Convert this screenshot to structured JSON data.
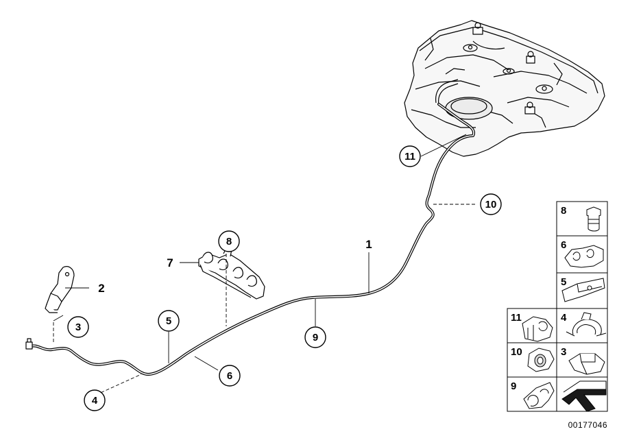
{
  "diagram_id": "00177046",
  "callouts": {
    "pipe": "1",
    "bracket": "2",
    "clip_a": "3",
    "clip_b": "4",
    "clip_c": "5",
    "clip_d": "6",
    "holder": "7",
    "screw": "8",
    "clip_e": "9",
    "clip_f": "10",
    "clip_g": "11"
  },
  "parts_legend": [
    {
      "number": "8",
      "icon": "hex-bolt-icon"
    },
    {
      "number": "6",
      "icon": "double-pipe-clip-icon"
    },
    {
      "number": "5",
      "icon": "spring-clip-icon"
    },
    {
      "number": "11",
      "icon": "pipe-holder-icon"
    },
    {
      "number": "4",
      "icon": "wire-clip-icon"
    },
    {
      "number": "10",
      "icon": "grommet-clip-icon"
    },
    {
      "number": "3",
      "icon": "snap-clip-icon"
    },
    {
      "number": "9",
      "icon": "single-pipe-clip-icon"
    },
    {
      "number": "",
      "icon": "direction-arrow-icon"
    }
  ]
}
